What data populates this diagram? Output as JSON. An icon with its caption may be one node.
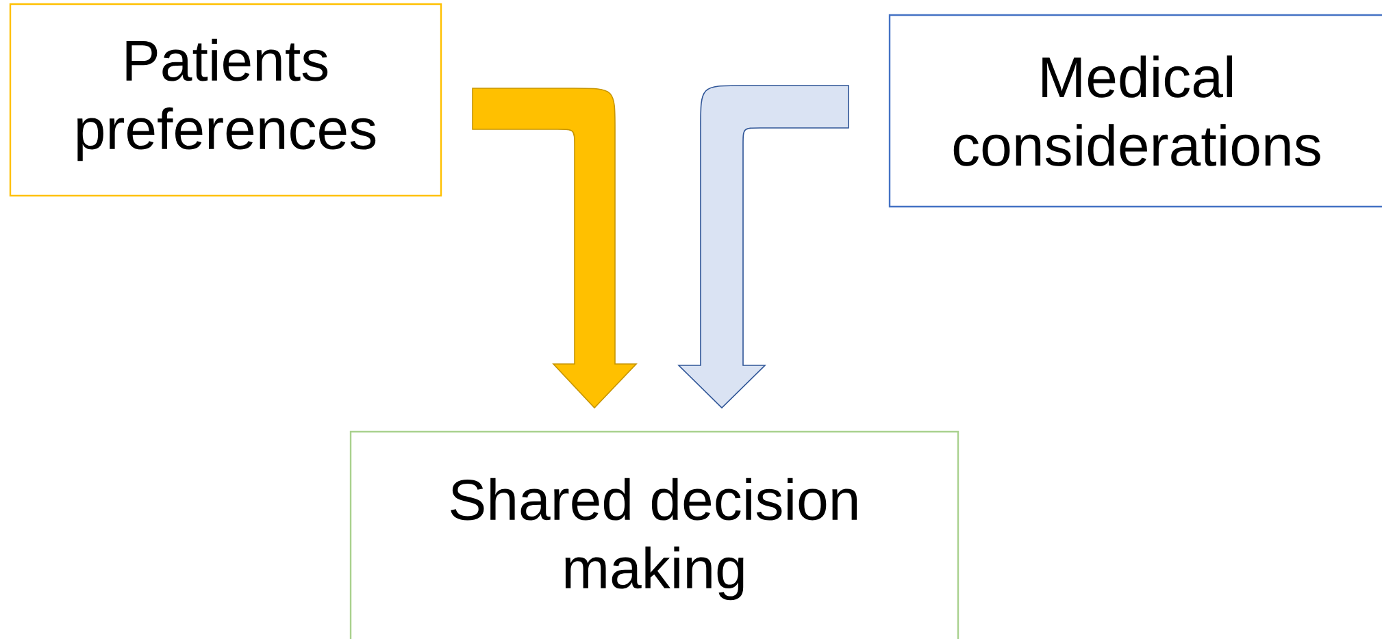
{
  "diagram": {
    "nodes": [
      {
        "text": [
          "Patients preferences"
        ]
      },
      {
        "text": [
          "Medical considerations"
        ]
      },
      {
        "text": [
          "Shared decision making"
        ]
      }
    ],
    "edges": [
      {
        "from": 0,
        "to": 2,
        "arrow": "to",
        "color": "#ffc000"
      },
      {
        "from": 1,
        "to": 2,
        "arrow": "to",
        "color": "#dae3f3"
      }
    ]
  }
}
